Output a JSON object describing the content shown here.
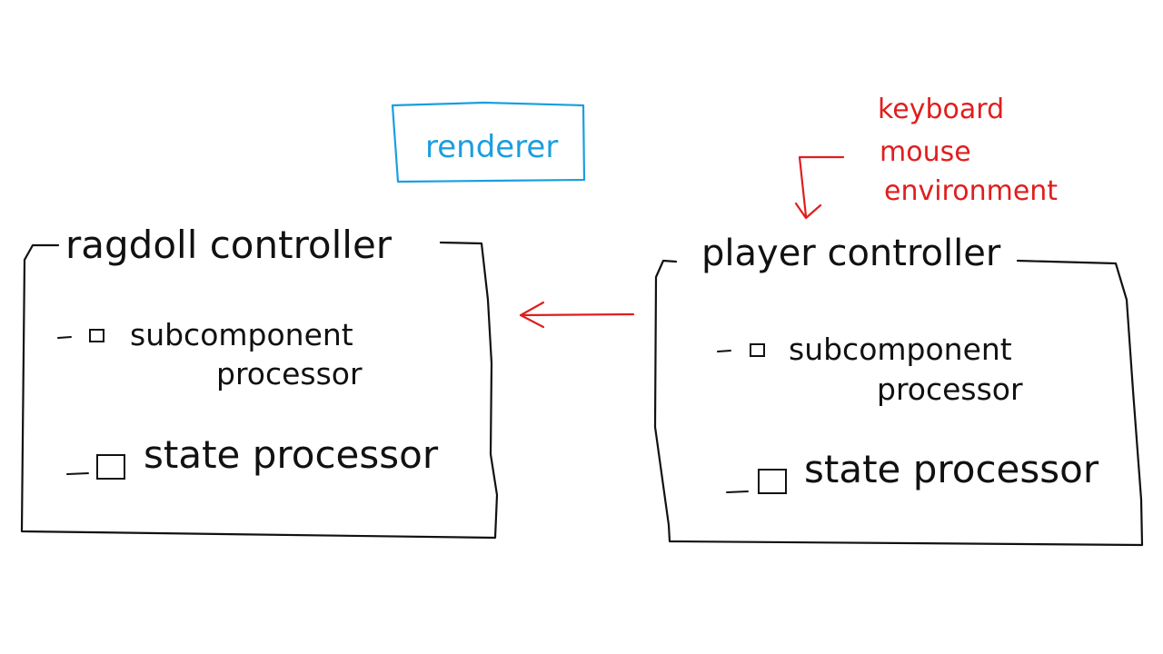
{
  "colors": {
    "ink": "#111111",
    "renderer": "#1a9ee0",
    "inputs": "#e01e1e"
  },
  "renderer": {
    "label": "renderer"
  },
  "inputs": {
    "keyboard": "keyboard",
    "mouse": "mouse",
    "environment": "environment"
  },
  "ragdoll_controller": {
    "title": "ragdoll controller",
    "items": [
      {
        "line1": "subcomponent",
        "line2": "processor"
      },
      {
        "line1": "state processor"
      }
    ]
  },
  "player_controller": {
    "title": "player controller",
    "items": [
      {
        "line1": "subcomponent",
        "line2": "processor"
      },
      {
        "line1": "state processor"
      }
    ]
  }
}
